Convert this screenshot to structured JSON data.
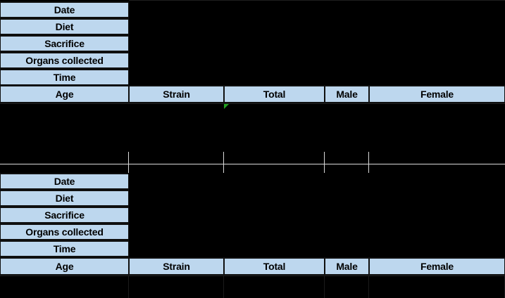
{
  "document": {
    "type": "spreadsheet-table",
    "background_color": "#000000",
    "header_fill_color": "#bdd7ee",
    "header_text_color": "#000000",
    "gridline_color": "#d9d9d9",
    "comment_flag_color": "#21a121"
  },
  "columns": {
    "headers": [
      "Age",
      "Strain",
      "Total",
      "Male",
      "Female"
    ]
  },
  "row_labels": [
    "Date",
    "Diet",
    "Sacrifice",
    "Organs collected",
    "Time"
  ],
  "tables": [
    {
      "name": "table-top",
      "row_labels": [
        "Date",
        "Diet",
        "Sacrifice",
        "Organs collected",
        "Time"
      ],
      "headers": [
        "Age",
        "Strain",
        "Total",
        "Male",
        "Female"
      ],
      "comment_flag_on_column": "Total"
    },
    {
      "name": "table-bottom",
      "row_labels": [
        "Date",
        "Diet",
        "Sacrifice",
        "Organs collected",
        "Time"
      ],
      "headers": [
        "Age",
        "Strain",
        "Total",
        "Male",
        "Female"
      ],
      "comment_flag_on_column": "Total"
    }
  ]
}
